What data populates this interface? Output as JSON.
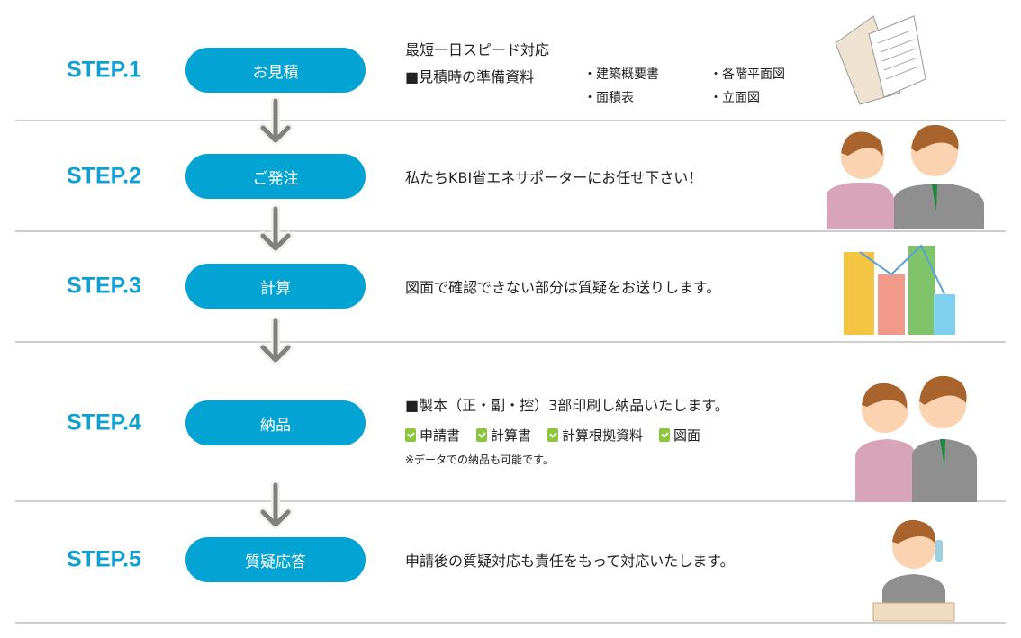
{
  "steps": [
    {
      "label": "STEP.1",
      "button": "お見積"
    },
    {
      "label": "STEP.2",
      "button": "ご発注"
    },
    {
      "label": "STEP.3",
      "button": "計算"
    },
    {
      "label": "STEP.4",
      "button": "納品"
    },
    {
      "label": "STEP.5",
      "button": "質疑応答"
    }
  ],
  "step1": {
    "headline": "最短一日スピード対応",
    "prep_title": "■見積時の準備資料",
    "items": [
      "・建築概要書",
      "・各階平面図",
      "・面積表",
      "・立面図"
    ]
  },
  "step2": {
    "text": "私たちKBI省エネサポーターにお任せ下さい！"
  },
  "step3": {
    "text": "図面で確認できない部分は質疑をお送りします。"
  },
  "step4": {
    "text": "■製本（正・副・控）3部印刷し納品いたします。",
    "checks": [
      "申請書",
      "計算書",
      "計算根拠資料",
      "図面"
    ],
    "note": "※データでの納品も可能です。"
  },
  "step5": {
    "text": "申請後の質疑対応も責任をもって対応いたします。"
  },
  "colors": {
    "accent": "#03a3d4",
    "step_label": "#109fd2",
    "check": "#8cc63f"
  }
}
